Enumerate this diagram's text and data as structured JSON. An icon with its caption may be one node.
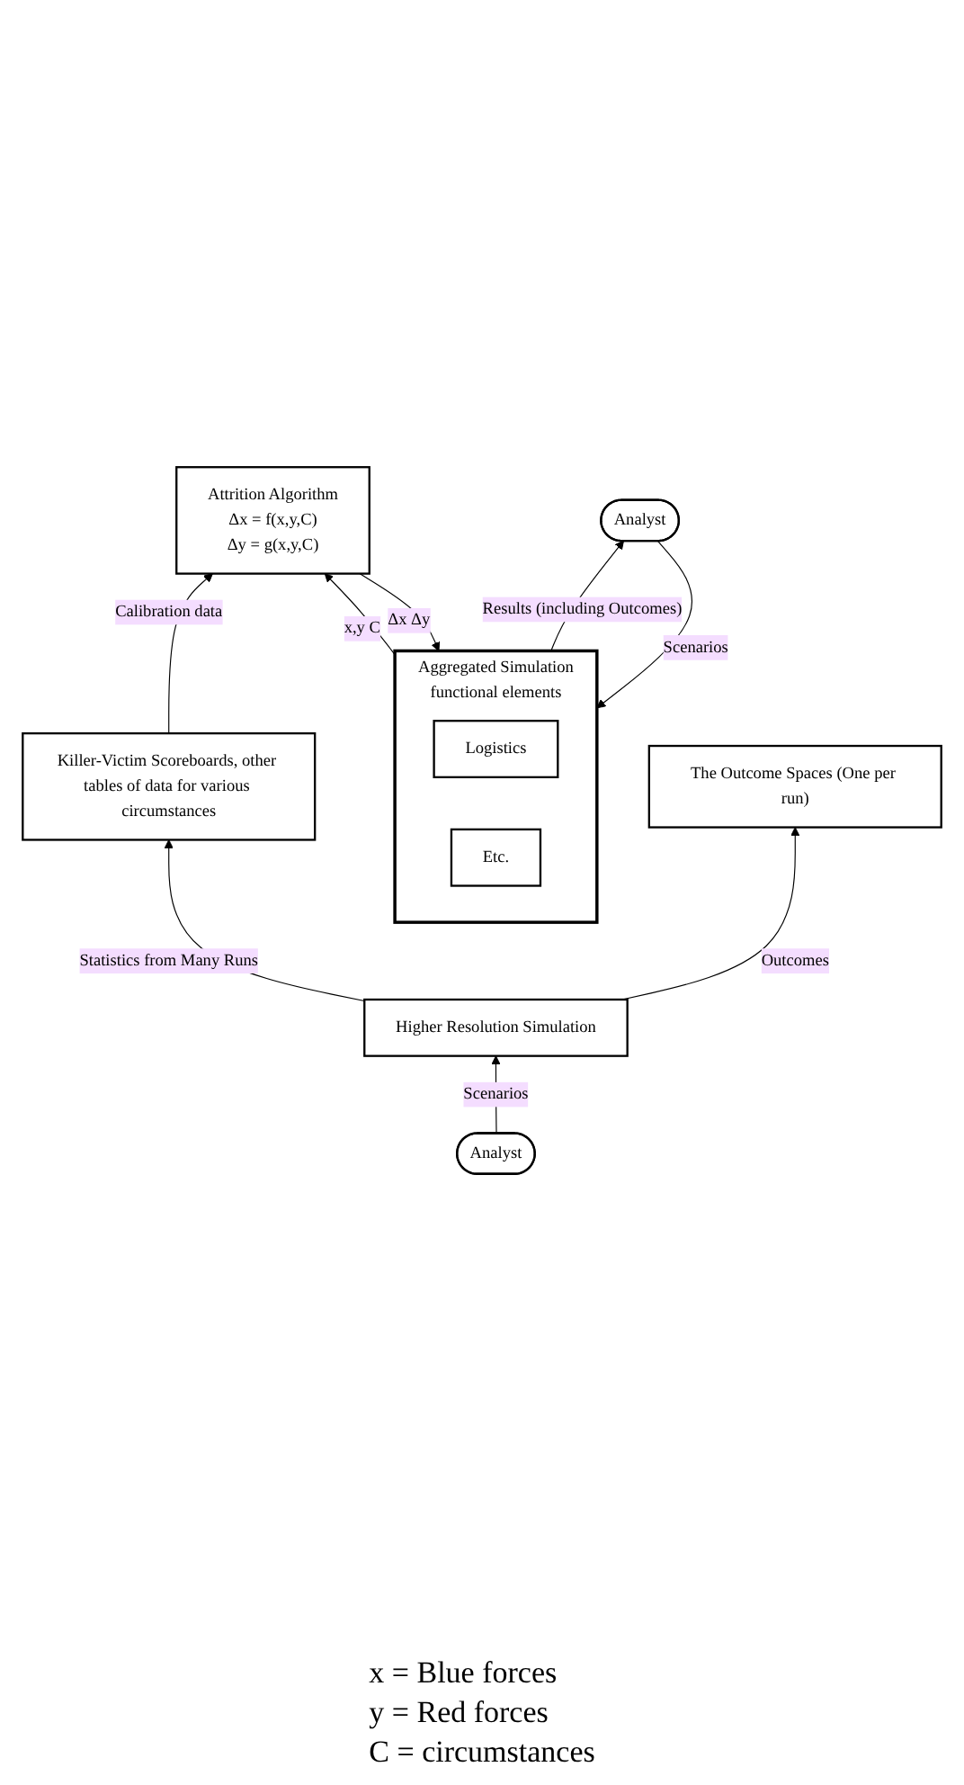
{
  "diagram": {
    "nodes": [
      {
        "text": [
          "Analyst"
        ]
      },
      {
        "text": [
          "Aggregated Simulation",
          "functional elements"
        ]
      },
      {
        "text": [
          "Logistics"
        ],
        "in": 1
      },
      {
        "text": [
          "Etc."
        ],
        "in": 1
      },
      {
        "text": [
          "Attrition Algorithm",
          "Δx = f(x,y,C)",
          "Δy = g(x,y,C)"
        ]
      },
      {
        "text": [
          "Killer-Victim Scoreboards, other tables of data for various circumstances"
        ]
      },
      {
        "text": [
          "The Outcome Spaces (One per run)"
        ]
      },
      {
        "text": [
          "Higher Resolution Simulation"
        ]
      },
      {
        "text": [
          "Analyst"
        ]
      }
    ],
    "edges": [
      {
        "from": 0,
        "to": 1,
        "arrow": "to",
        "label": "Scenarios"
      },
      {
        "from": 1,
        "to": 0,
        "arrow": "to",
        "label": "Results (including Outcomes)"
      },
      {
        "from": 1,
        "to": 4,
        "arrow": "to",
        "label": "x,y C"
      },
      {
        "from": 4,
        "to": 1,
        "arrow": "to",
        "label": "Δx Δy"
      },
      {
        "from": 5,
        "to": 4,
        "arrow": "to",
        "label": "Calibration data"
      },
      {
        "from": 7,
        "to": 5,
        "arrow": "to",
        "label": "Statistics from Many Runs"
      },
      {
        "from": 7,
        "to": 6,
        "arrow": "to",
        "label": "Outcomes"
      },
      {
        "from": 8,
        "to": 7,
        "arrow": "to",
        "label": "Scenarios"
      }
    ],
    "labels": [
      "x = Blue forces",
      "y = Red forces",
      "C = circumstances"
    ]
  }
}
